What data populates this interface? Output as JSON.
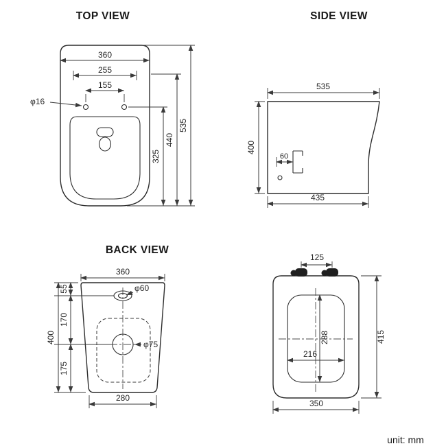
{
  "page": {
    "unit_label": "unit: mm"
  },
  "views": {
    "top": {
      "title": "TOP VIEW",
      "dims": {
        "overall_width": "360",
        "seat_width": "255",
        "hinge_spacing": "155",
        "hinge_hole_dia": "φ16",
        "bowl_depth": "325",
        "seat_depth": "440",
        "overall_depth": "535"
      }
    },
    "side": {
      "title": "SIDE VIEW",
      "dims": {
        "overall_depth": "535",
        "height": "400",
        "bracket_offset": "60",
        "base_depth": "435"
      }
    },
    "back": {
      "title": "BACK VIEW",
      "dims": {
        "overall_width": "360",
        "inlet_offset": "55",
        "inlet_to_outlet": "170",
        "height": "400",
        "outlet_height": "175",
        "inlet_dia": "φ60",
        "outlet_dia": "φ75",
        "base_width": "280"
      }
    },
    "seat": {
      "dims": {
        "hinge_spacing": "125",
        "opening_depth": "288",
        "opening_width": "216",
        "lid_depth": "415",
        "lid_width": "350"
      }
    }
  }
}
